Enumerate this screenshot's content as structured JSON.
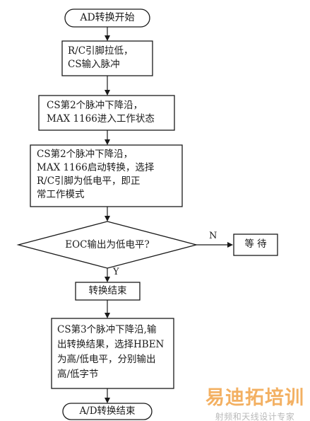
{
  "flowchart": {
    "start": "AD转换开始",
    "step1": "R/C引脚拉低，\nCS输入脉冲",
    "step2": "CS第2个脉冲下降沿，\nMAX 1166进入工作状态",
    "step3": "CS第2个脉冲下降沿，\nMAX 1166启动转换，选择\nR/C引脚为低电平，即正\n常工作模式",
    "decision": "EOC输出为低电平?",
    "no_label": "N",
    "yes_label": "Y",
    "wait": "等 待",
    "step4": "转换结束",
    "step5": "CS第3个脉冲下降沿,输\n出转换结果，选择HBEN\n为高/低电平，分别输出\n高/低字节",
    "end": "A/D转换结束"
  },
  "watermark": {
    "main": "易迪拓培训",
    "sub": "射频和天线设计专家"
  },
  "colors": {
    "stroke": "#1a1a1a",
    "watermark_main": "#f2a64d",
    "watermark_sub": "#b9b9b9"
  }
}
